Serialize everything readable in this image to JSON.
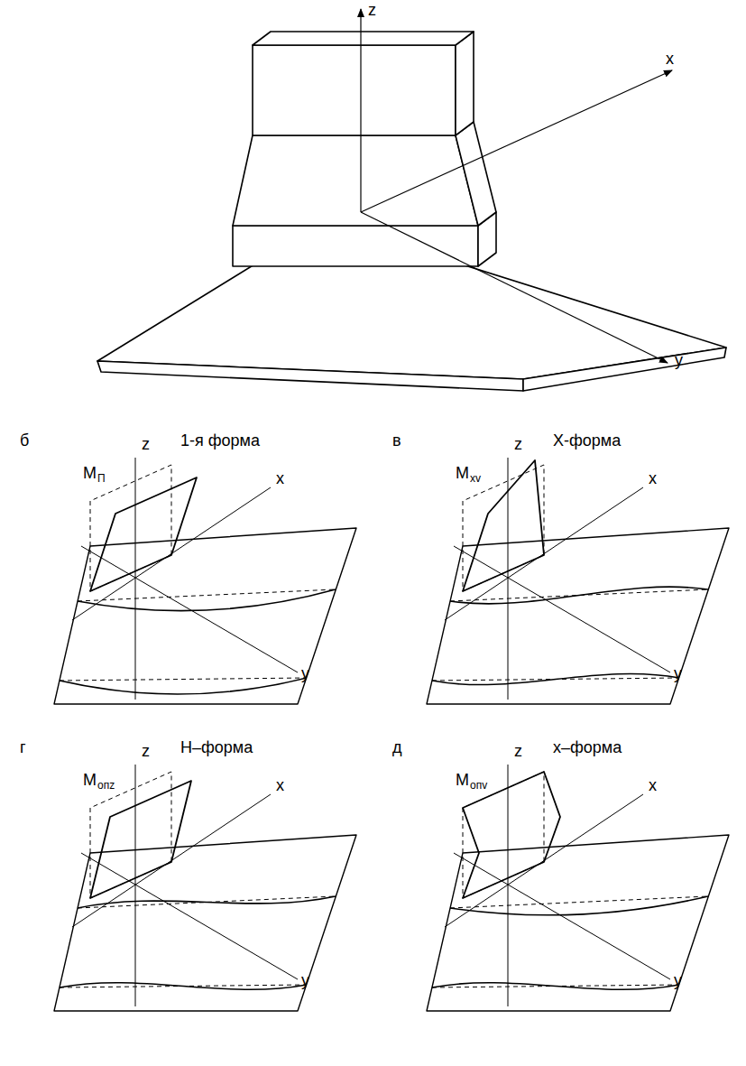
{
  "diagram": {
    "labels": [
      "z",
      "x",
      "y",
      "б",
      "1-я форма",
      "M",
      "П",
      "z",
      "x",
      "y",
      "в",
      "Х-форма",
      "M",
      "xv",
      "z",
      "x",
      "y",
      "г",
      "Н–форма",
      "M",
      "опz",
      "z",
      "x",
      "y",
      "д",
      "х–форма",
      "M",
      "опv",
      "z",
      "x",
      "y"
    ]
  }
}
